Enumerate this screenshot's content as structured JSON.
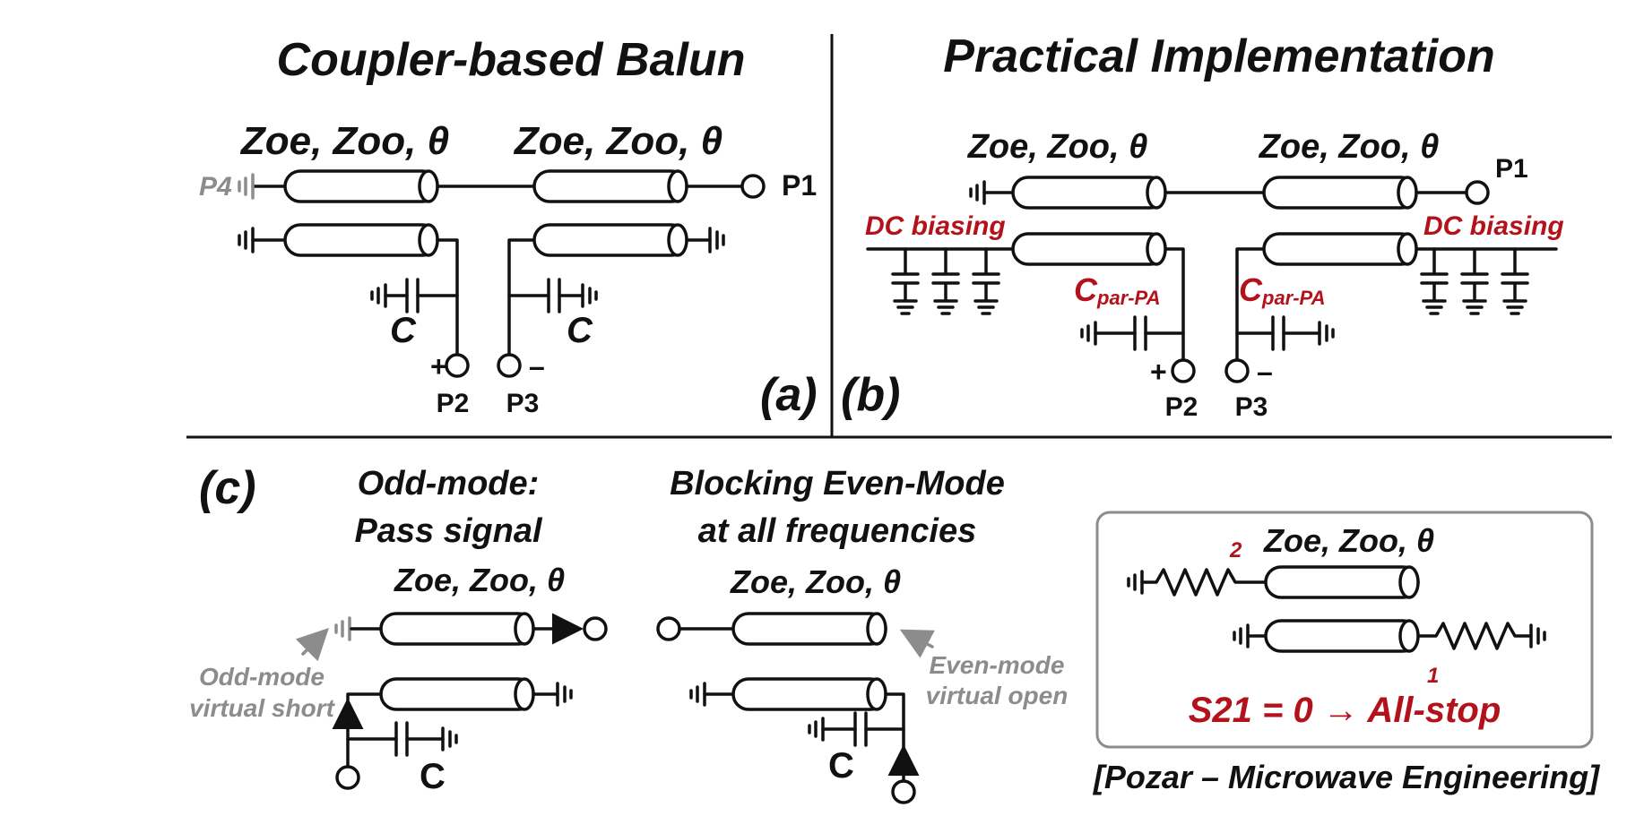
{
  "panel_a": {
    "title": "Coupler-based Balun",
    "z_left": "Zoe, Zoo, θ",
    "z_right": "Zoe, Zoo, θ",
    "port_p1": "P1",
    "port_p2": "P2",
    "port_p3": "P3",
    "port_p4": "P4",
    "cap_left": "C",
    "cap_right": "C",
    "plus": "+",
    "minus": "–",
    "label": "(a)"
  },
  "panel_b": {
    "title": "Practical Implementation",
    "z_left": "Zoe, Zoo, θ",
    "z_right": "Zoe, Zoo, θ",
    "port_p1": "P1",
    "port_p2": "P2",
    "port_p3": "P3",
    "dc_left": "DC biasing",
    "dc_right": "DC biasing",
    "cpar_main": "C",
    "cpar_sub": "par-PA",
    "plus": "+",
    "minus": "–",
    "label": "(b)"
  },
  "panel_c": {
    "label": "(c)",
    "odd_title_1": "Odd-mode:",
    "odd_title_2": "Pass signal",
    "even_title_1": "Blocking Even-Mode",
    "even_title_2": "at all frequencies",
    "z_odd": "Zoe, Zoo, θ",
    "z_even": "Zoe, Zoo, θ",
    "odd_note_1": "Odd-mode",
    "odd_note_2": "virtual short",
    "even_note_1": "Even-mode",
    "even_note_2": "virtual open",
    "cap_odd": "C",
    "cap_even": "C",
    "box_z": "Zoe, Zoo, θ",
    "port_2": "2",
    "port_1": "1",
    "s21": "S21 = 0 → All-stop",
    "citation": "[Pozar – Microwave Engineering]"
  },
  "colors": {
    "ink": "#111111",
    "accent_red": "#b3121b",
    "gray": "#8c8c8c"
  }
}
